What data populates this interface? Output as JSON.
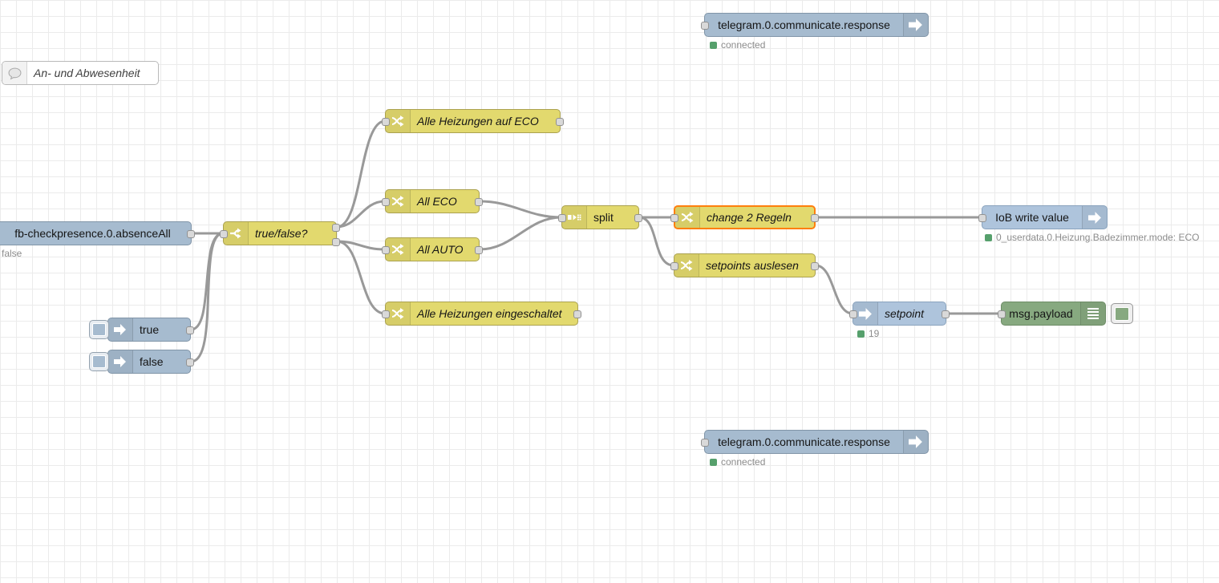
{
  "workspace": {
    "comment_label": "An- und Abwesenheit"
  },
  "colors": {
    "function_node": "#e2d96e",
    "io_node_gray_blue": "#a6bbcf",
    "iobroker_node_blue": "#aec4dc",
    "debug_node_green": "#87a980",
    "selection_border": "#ff7f0e",
    "status_dot_green": "#56a06c",
    "wire": "#999999"
  },
  "nodes": {
    "telegram_top": {
      "label": "telegram.0.communicate.response",
      "status": "connected"
    },
    "alle_heizungen_eco": {
      "label": "Alle Heizungen auf ECO"
    },
    "all_eco": {
      "label": "All ECO"
    },
    "fb_checkpresence": {
      "label": "fb-checkpresence.0.absenceAll",
      "status": "false"
    },
    "true_false": {
      "label": "true/false?"
    },
    "all_auto": {
      "label": "All AUTO"
    },
    "split": {
      "label": "split"
    },
    "change_2_regeln": {
      "label": "change 2 Regeln"
    },
    "setpoints_auslesen": {
      "label": "setpoints auslesen"
    },
    "alle_heizungen_eingeschaltet": {
      "label": "Alle Heizungen eingeschaltet"
    },
    "inject_true": {
      "label": "true"
    },
    "inject_false": {
      "label": "false"
    },
    "setpoint": {
      "label": "setpoint",
      "status": "19"
    },
    "msg_payload": {
      "label": "msg.payload"
    },
    "iob_write_value": {
      "label": "IoB write value",
      "status": "0_userdata.0.Heizung.Badezimmer.mode: ECO"
    },
    "telegram_bottom": {
      "label": "telegram.0.communicate.response",
      "status": "connected"
    }
  }
}
